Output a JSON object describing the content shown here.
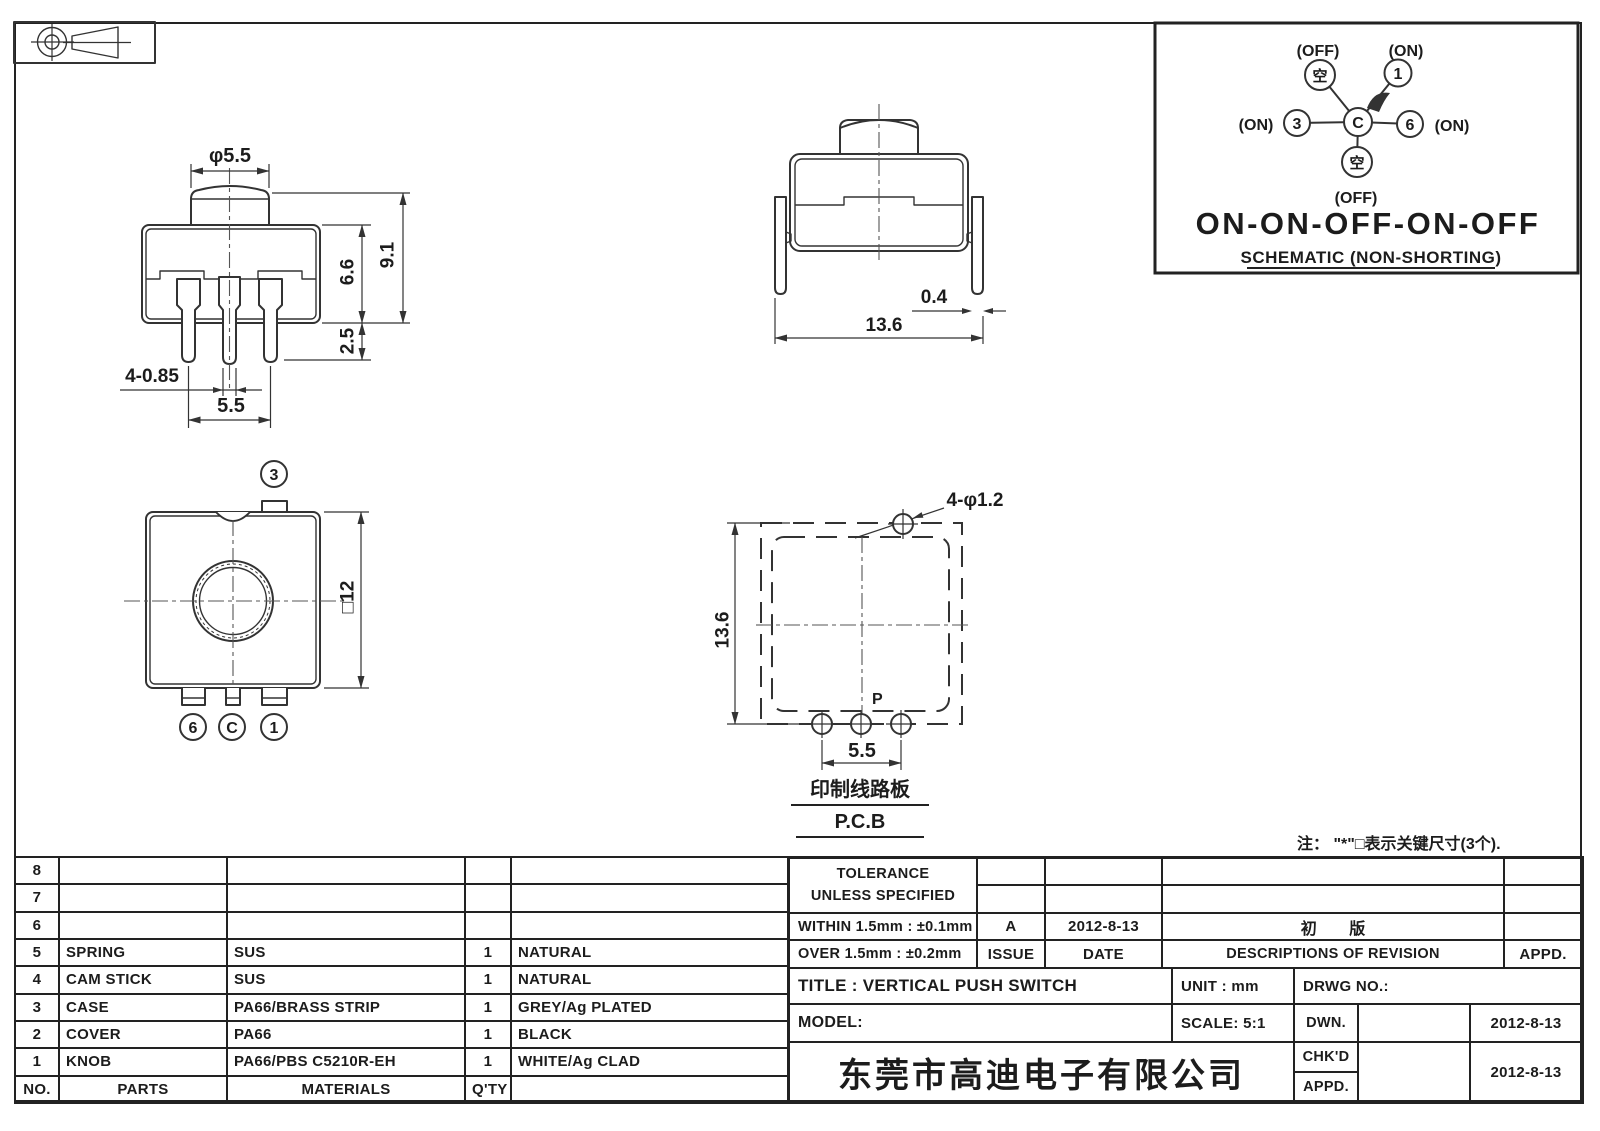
{
  "drawing": {
    "front_view": {
      "knob_dia": "φ5.5",
      "total_height": "9.1",
      "body_height": "6.6",
      "pin_length": "2.5",
      "pin_width": "4-0.85",
      "pin_pitch": "5.5"
    },
    "side_view": {
      "leg_width": "0.4",
      "overall_width": "13.6"
    },
    "top_view": {
      "body_square": "□12",
      "terminal_top": "3",
      "terminal_left": "6",
      "terminal_center": "C",
      "terminal_right": "1"
    },
    "pcb_view": {
      "hole_spec": "4-φ1.2",
      "height": "13.6",
      "pitch": "5.5",
      "pin_label": "P",
      "caption_cn": "印制线路板",
      "caption_en": "P.C.B"
    }
  },
  "schematic": {
    "off_top": "(OFF)",
    "on_top": "(ON)",
    "on_left": "(ON)",
    "on_right": "(ON)",
    "off_bottom": "(OFF)",
    "node_empty_top": "空",
    "node_1": "1",
    "node_3": "3",
    "node_c": "C",
    "node_6": "6",
    "node_empty_bottom": "空",
    "sequence": "ON-ON-OFF-ON-OFF",
    "caption": "SCHEMATIC (NON-SHORTING)"
  },
  "note": "注： \"*\"□表示关键尺寸(3个).",
  "parts_table": {
    "header": [
      "NO.",
      "PARTS",
      "MATERIALS",
      "Q'TY",
      ""
    ],
    "rows": [
      [
        "8",
        "",
        "",
        "",
        ""
      ],
      [
        "7",
        "",
        "",
        "",
        ""
      ],
      [
        "6",
        "",
        "",
        "",
        ""
      ],
      [
        "5",
        "SPRING",
        "SUS",
        "1",
        "NATURAL"
      ],
      [
        "4",
        "CAM STICK",
        "SUS",
        "1",
        "NATURAL"
      ],
      [
        "3",
        "CASE",
        "PA66/BRASS STRIP",
        "1",
        "GREY/Ag PLATED"
      ],
      [
        "2",
        "COVER",
        "PA66",
        "1",
        "BLACK"
      ],
      [
        "1",
        "KNOB",
        "PA66/PBS C5210R-EH",
        "1",
        "WHITE/Ag CLAD"
      ]
    ]
  },
  "title_block": {
    "tolerance_title": "TOLERANCE",
    "tolerance_subtitle": "UNLESS  SPECIFIED",
    "tolerance_within": "WITHIN 1.5mm : ±0.1mm",
    "tolerance_over": "OVER 1.5mm : ±0.2mm",
    "issue_value": "A",
    "issue_label": "ISSUE",
    "date_value": "2012-8-13",
    "date_label": "DATE",
    "revision_value": "初 版",
    "revision_label": "DESCRIPTIONS OF REVISION",
    "appd_label": "APPD.",
    "title": "TITLE :  VERTICAL PUSH SWITCH",
    "unit": "UNIT :  mm",
    "drwg_no": "DRWG NO.:",
    "model": "MODEL:",
    "scale": "SCALE:  5:1",
    "dwn_label": "DWN.",
    "dwn_date": "2012-8-13",
    "chkd_label": "CHK'D",
    "chkd_date": "2012-8-13",
    "appd2_label": "APPD.",
    "company": "东莞市高迪电子有限公司"
  }
}
